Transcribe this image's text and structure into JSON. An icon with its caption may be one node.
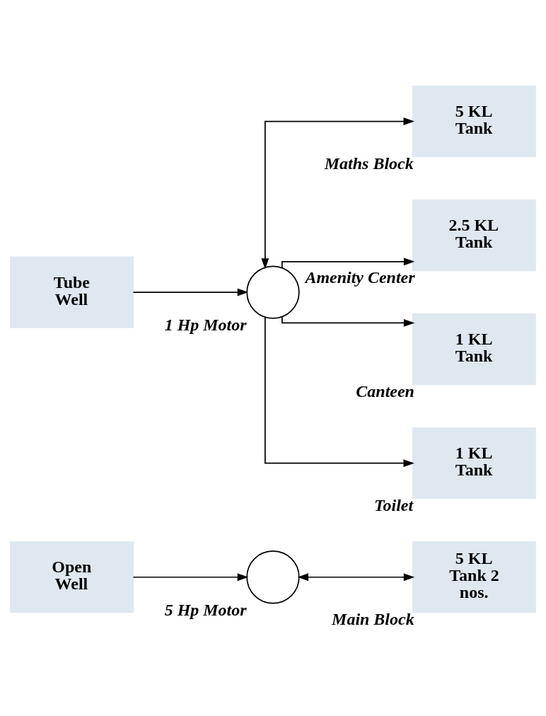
{
  "diagram": {
    "nodes": [
      {
        "text": [
          "Open Well"
        ]
      },
      {
        "text": [],
        "shape": "circle",
        "beside": [
          "5 Hp Motor"
        ]
      },
      {
        "text": [
          "5 KL Tank 2 nos."
        ],
        "beside": [
          "Main Block"
        ]
      },
      {
        "text": [
          "Tube Well"
        ]
      },
      {
        "text": [],
        "shape": "circle",
        "beside": [
          "1 Hp Motor"
        ]
      },
      {
        "text": [
          "5 KL Tank"
        ],
        "beside": [
          "Maths Block"
        ]
      },
      {
        "text": [
          "2.5 KL Tank"
        ],
        "beside": [
          "Amenity Center"
        ]
      },
      {
        "text": [
          "1 KL Tank"
        ],
        "beside": [
          "Canteen"
        ]
      },
      {
        "text": [
          "1 KL Tank"
        ],
        "beside": [
          "Toilet"
        ]
      }
    ],
    "edges": [
      {
        "from": 0,
        "to": 1,
        "arrow": "to"
      },
      {
        "from": 1,
        "to": 2,
        "arrow": "both"
      },
      {
        "from": 3,
        "to": 4,
        "arrow": "to"
      },
      {
        "from": 4,
        "to": 5,
        "arrow": "both"
      },
      {
        "from": 4,
        "to": 6,
        "arrow": "to"
      },
      {
        "from": 4,
        "to": 7,
        "arrow": "to"
      },
      {
        "from": 4,
        "to": 8,
        "arrow": "to"
      }
    ]
  }
}
